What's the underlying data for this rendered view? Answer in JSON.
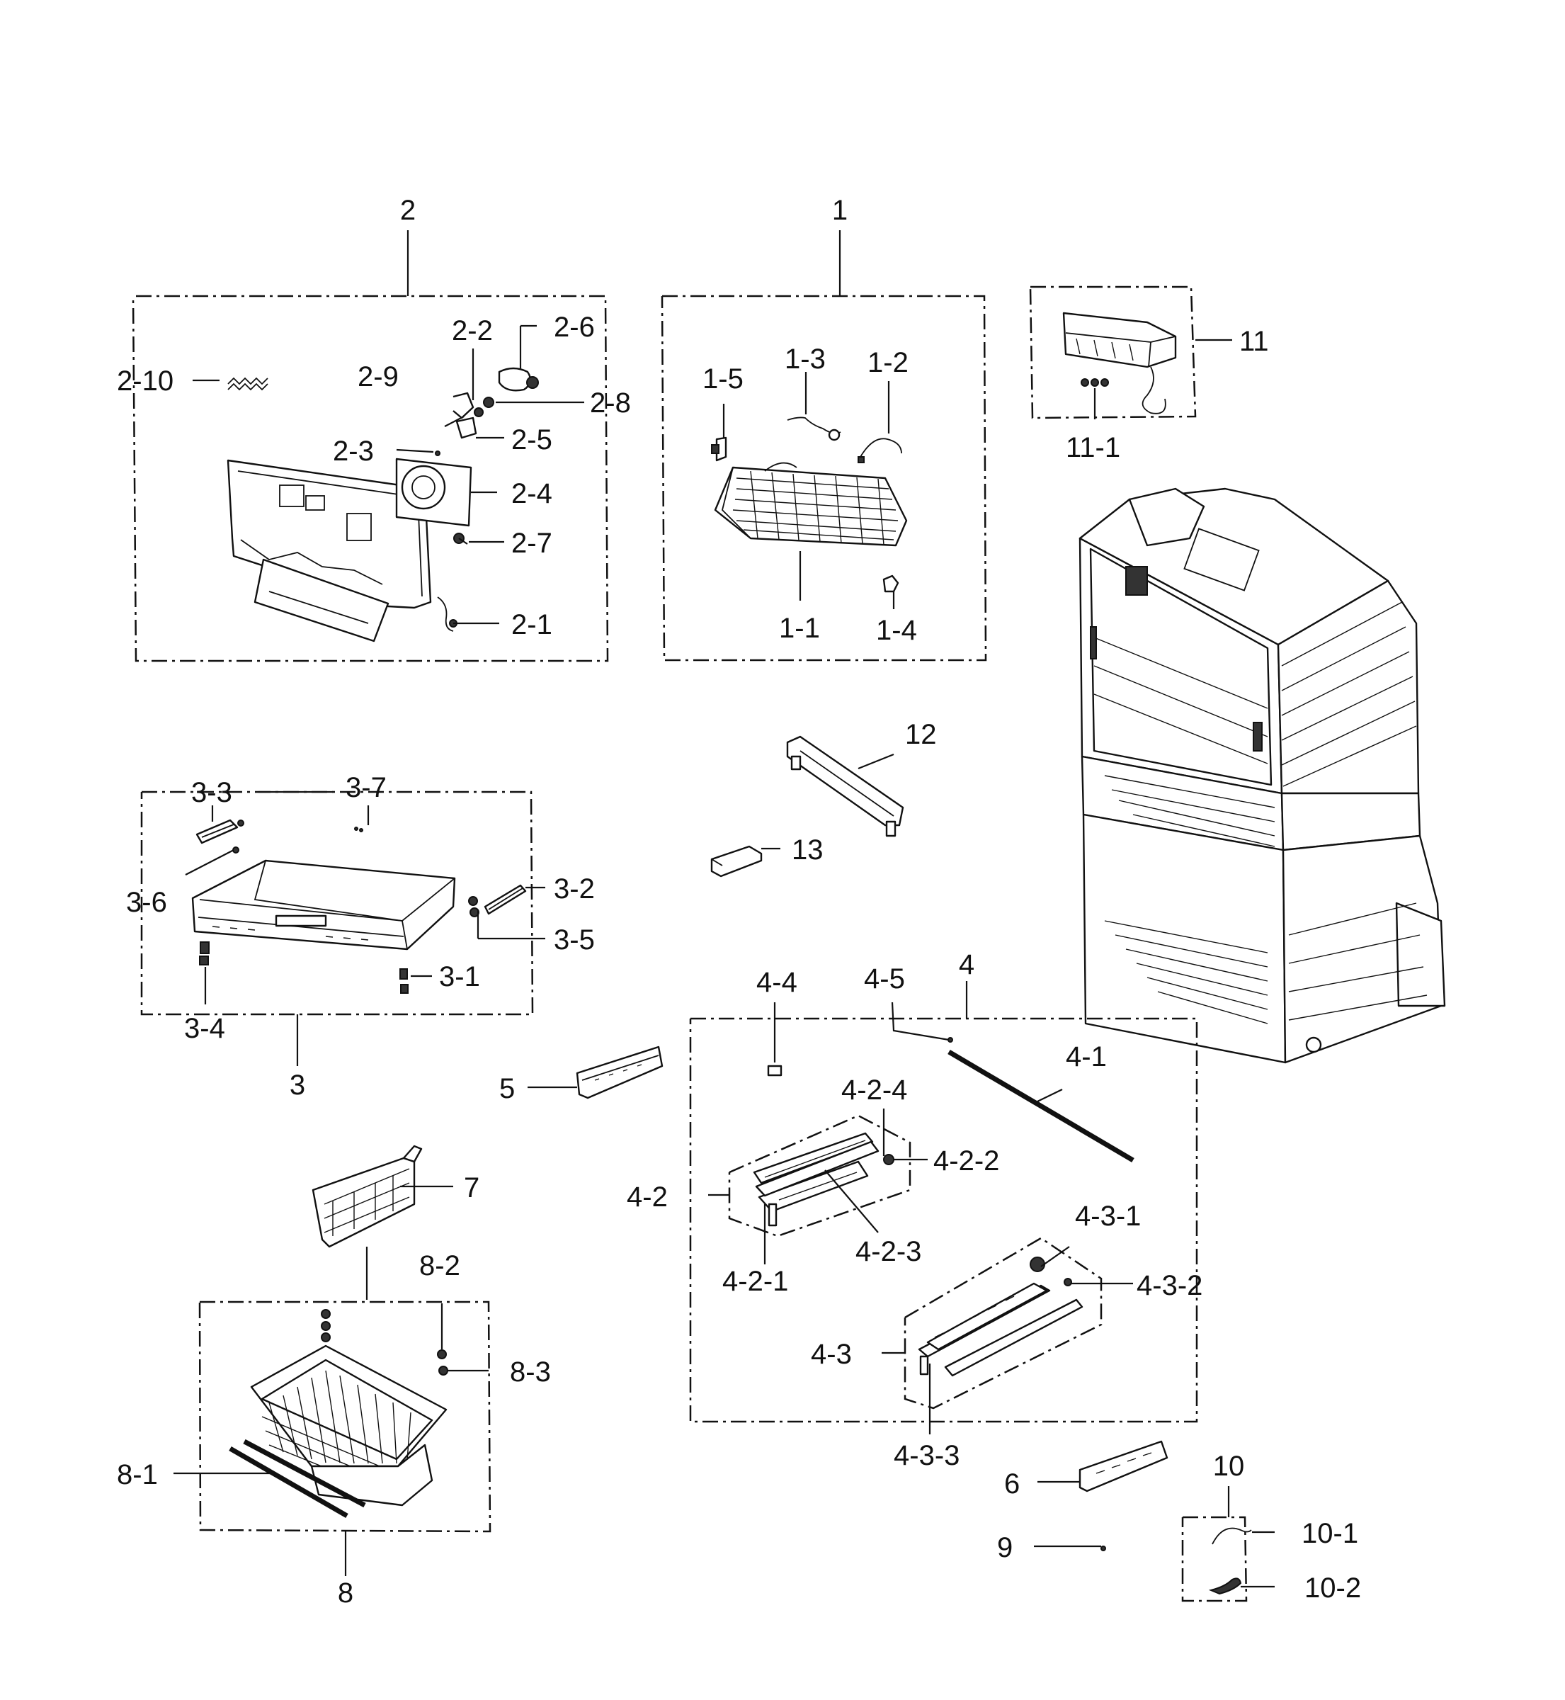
{
  "colors": {
    "line": "#111111",
    "background": "#ffffff"
  },
  "callouts": {
    "c1": "1",
    "c1_1": "1-1",
    "c1_2": "1-2",
    "c1_3": "1-3",
    "c1_4": "1-4",
    "c1_5": "1-5",
    "c2": "2",
    "c2_1": "2-1",
    "c2_2": "2-2",
    "c2_3": "2-3",
    "c2_4": "2-4",
    "c2_5": "2-5",
    "c2_6": "2-6",
    "c2_7": "2-7",
    "c2_8": "2-8",
    "c2_9": "2-9",
    "c2_10": "2-10",
    "c3": "3",
    "c3_1": "3-1",
    "c3_2": "3-2",
    "c3_3": "3-3",
    "c3_4": "3-4",
    "c3_5": "3-5",
    "c3_6": "3-6",
    "c3_7": "3-7",
    "c4": "4",
    "c4_1": "4-1",
    "c4_2": "4-2",
    "c4_2_1": "4-2-1",
    "c4_2_2": "4-2-2",
    "c4_2_3": "4-2-3",
    "c4_2_4": "4-2-4",
    "c4_3": "4-3",
    "c4_3_1": "4-3-1",
    "c4_3_2": "4-3-2",
    "c4_3_3": "4-3-3",
    "c4_4": "4-4",
    "c4_5": "4-5",
    "c5": "5",
    "c6": "6",
    "c7": "7",
    "c8": "8",
    "c8_1": "8-1",
    "c8_2": "8-2",
    "c8_3": "8-3",
    "c9": "9",
    "c10": "10",
    "c10_1": "10-1",
    "c10_2": "10-2",
    "c11": "11",
    "c11_1": "11-1",
    "c12": "12",
    "c13": "13"
  }
}
